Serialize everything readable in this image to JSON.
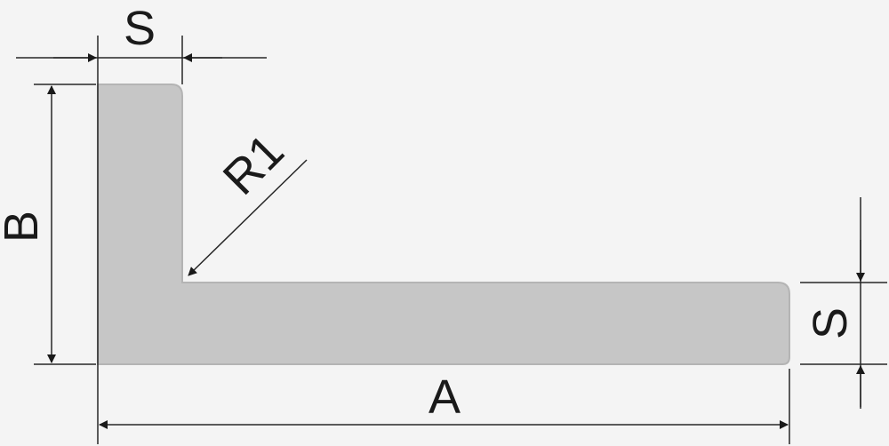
{
  "diagram": {
    "labels": {
      "s_top": "S",
      "b_left": "B",
      "r1": "R1",
      "s_right": "S",
      "a_bottom": "A"
    },
    "colors": {
      "background": "#f4f4f4",
      "profile_fill": "#c6c6c6",
      "profile_edge": "#b4b4b4",
      "dimension_line": "#262626",
      "arrowhead": "#1a1a1a",
      "text": "#1a1a1a"
    }
  }
}
